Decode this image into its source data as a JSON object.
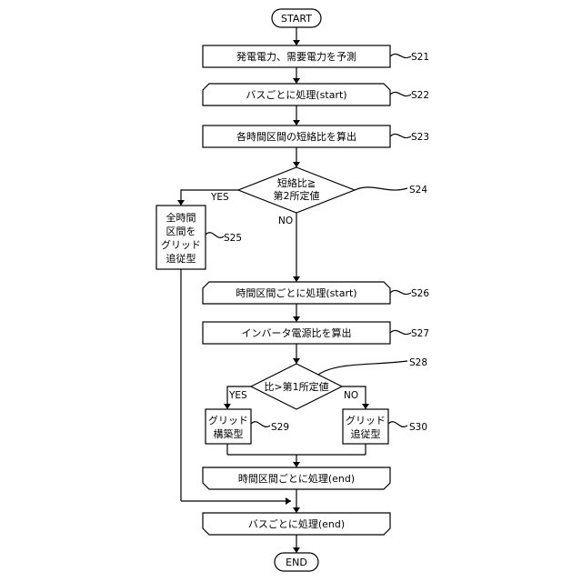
{
  "flowchart": {
    "start": "START",
    "end": "END",
    "s21": {
      "label": "発電電力、需要電力を予測",
      "step": "S21"
    },
    "s22": {
      "label": "バスごとに処理(start)",
      "step": "S22"
    },
    "s23": {
      "label": "各時間区間の短絡比を算出",
      "step": "S23"
    },
    "s24": {
      "line1": "短絡比≧",
      "line2": "第2所定値",
      "step": "S24",
      "yes": "YES",
      "no": "NO"
    },
    "s25": {
      "line1": "全時間",
      "line2": "区間を",
      "line3": "グリッド",
      "line4": "追従型",
      "step": "S25"
    },
    "s26": {
      "label": "時間区間ごとに処理(start)",
      "step": "S26"
    },
    "s27": {
      "label": "インバータ電源比を算出",
      "step": "S27"
    },
    "s28": {
      "label": "比>第1所定値",
      "step": "S28",
      "yes": "YES",
      "no": "NO"
    },
    "s29": {
      "line1": "グリッド",
      "line2": "構築型",
      "step": "S29"
    },
    "s30": {
      "line1": "グリッド",
      "line2": "追従型",
      "step": "S30"
    },
    "loop_end_inner": {
      "label": "時間区間ごとに処理(end)"
    },
    "loop_end_outer": {
      "label": "バスごとに処理(end)"
    }
  }
}
